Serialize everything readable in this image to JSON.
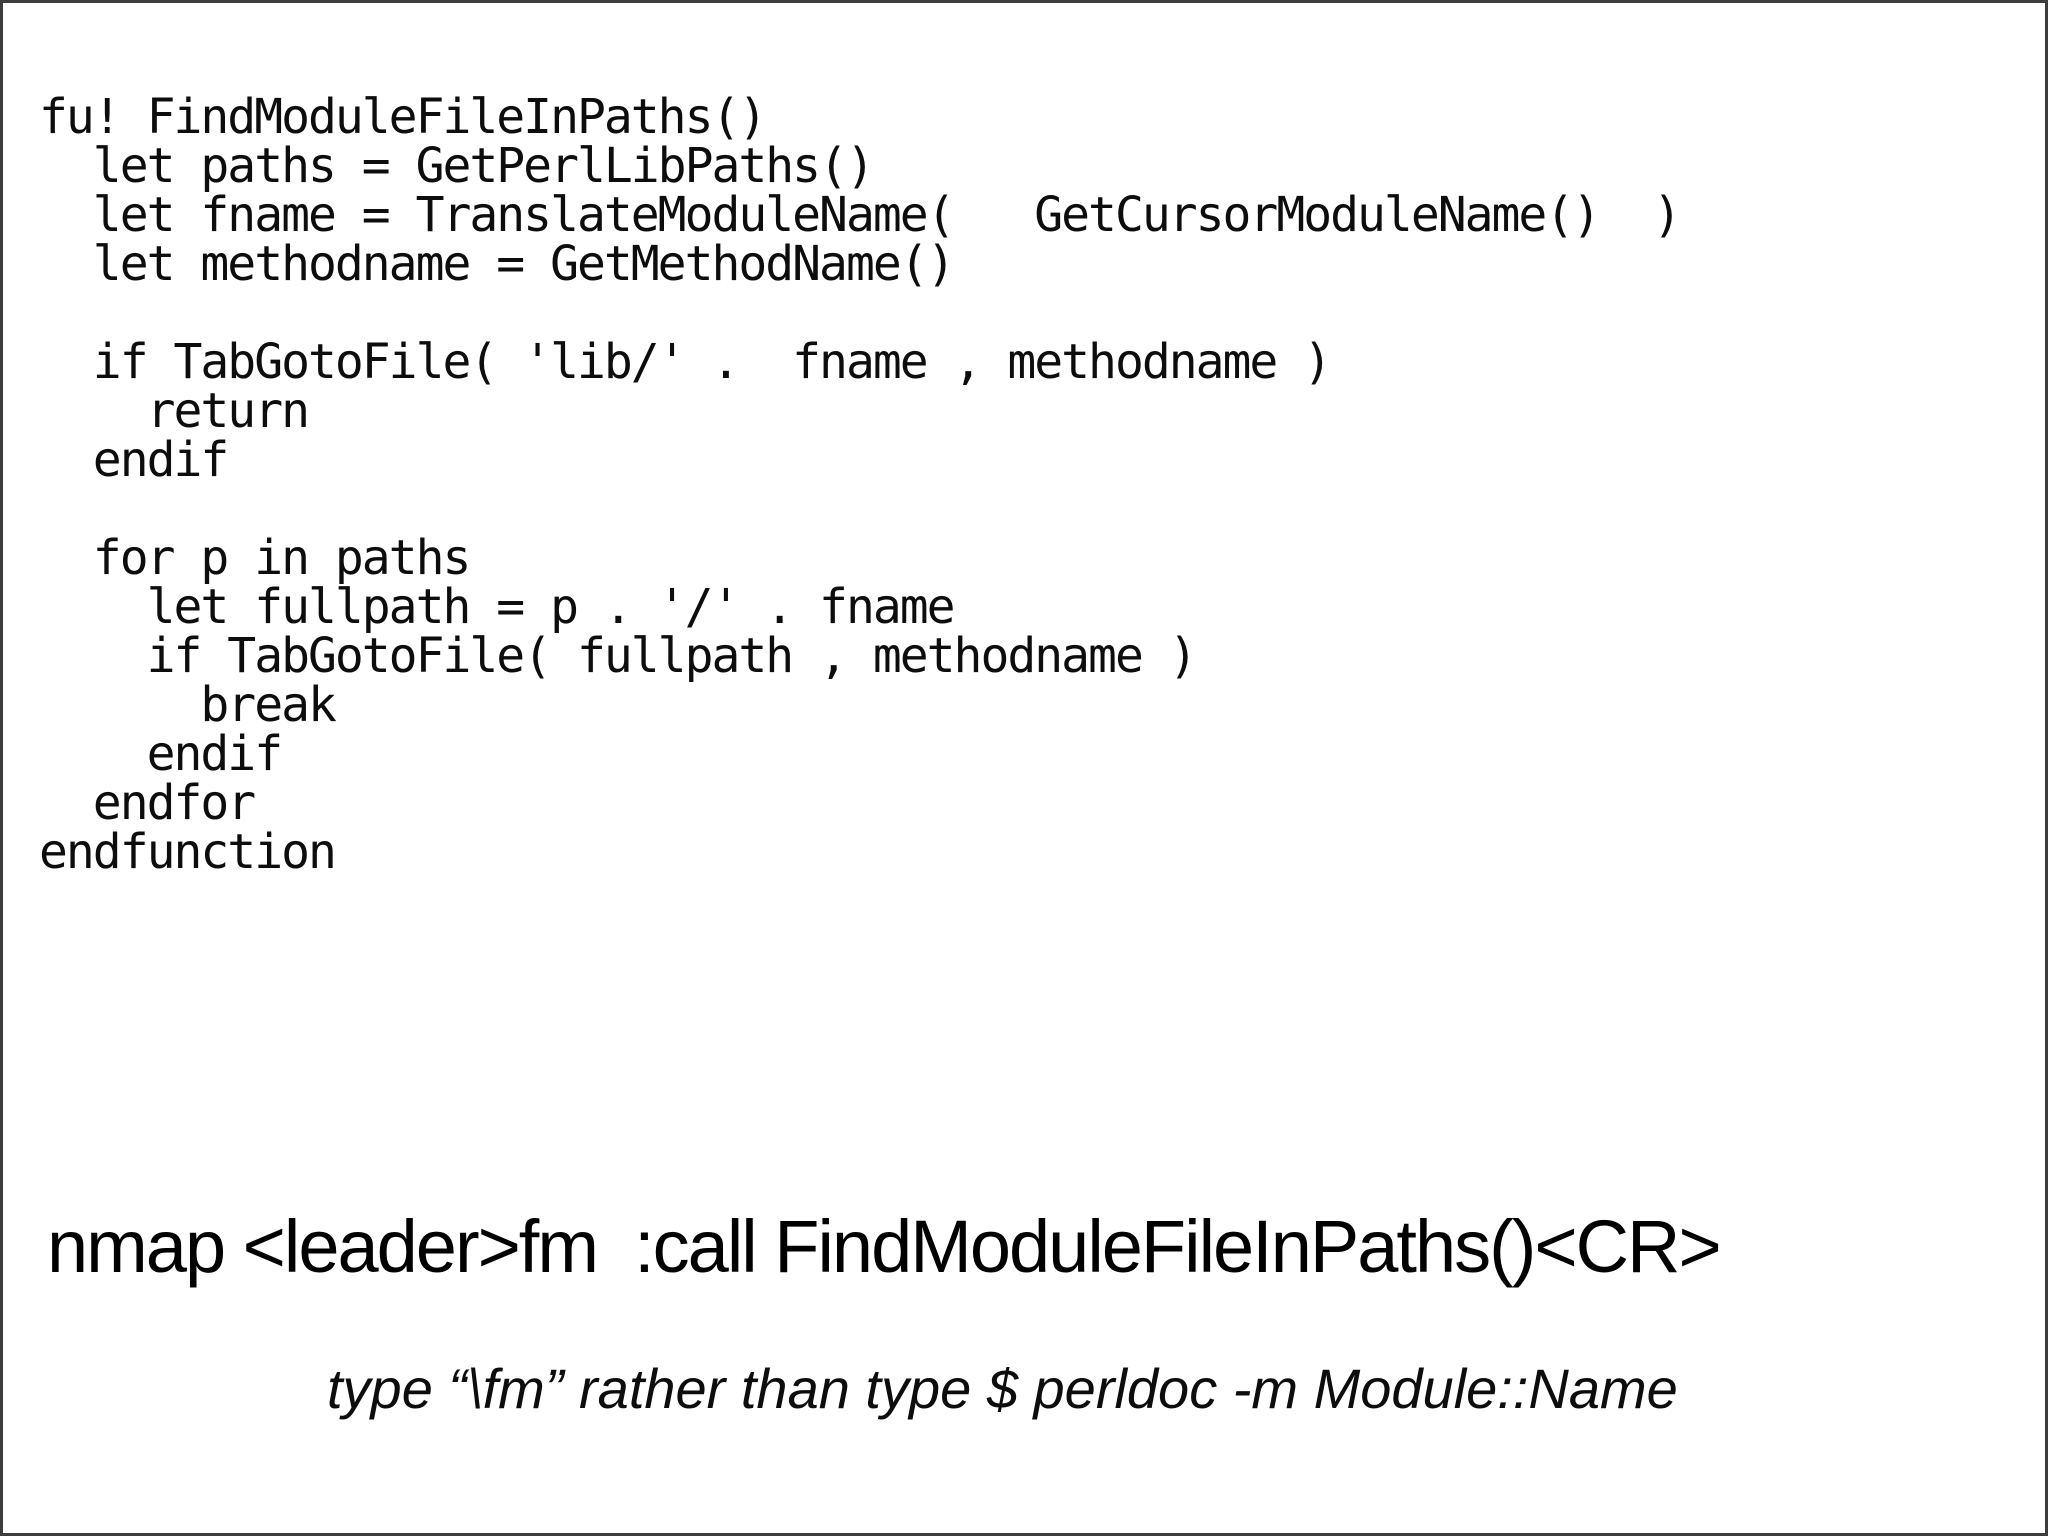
{
  "slide": {
    "code": {
      "lines": [
        "fu! FindModuleFileInPaths()",
        "  let paths = GetPerlLibPaths()",
        "  let fname = TranslateModuleName(   GetCursorModuleName()  )",
        "  let methodname = GetMethodName()",
        " ",
        "  if TabGotoFile( 'lib/' .  fname , methodname )",
        "    return",
        "  endif",
        " ",
        "  for p in paths",
        "    let fullpath = p . '/' . fname",
        "    if TabGotoFile( fullpath , methodname )",
        "      break",
        "    endif",
        "  endfor",
        "endfunction"
      ]
    },
    "nmap_command": "nmap <leader>fm  :call FindModuleFileInPaths()<CR>",
    "caption": "type “\\fm” rather than type $ perldoc -m Module::Name",
    "colors": {
      "text": "#0d0d0d",
      "background": "#ffffff",
      "border": "#3d3d3d"
    }
  }
}
